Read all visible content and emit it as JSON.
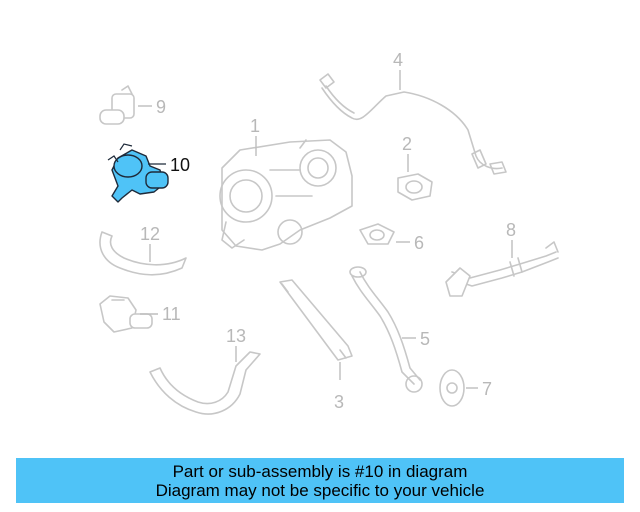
{
  "callouts": {
    "c1": "1",
    "c2": "2",
    "c3": "3",
    "c4": "4",
    "c5": "5",
    "c6": "6",
    "c7": "7",
    "c8": "8",
    "c9": "9",
    "c10": "10",
    "c11": "11",
    "c12": "12",
    "c13": "13"
  },
  "highlighted_part": "10",
  "colors": {
    "highlight": "#4fc3f7",
    "parts": "#c7c7c7",
    "banner": "#4fc3f7"
  },
  "banner": {
    "line1": "Part or sub-assembly is #10 in diagram",
    "line2": "Diagram may not be specific to your vehicle"
  }
}
